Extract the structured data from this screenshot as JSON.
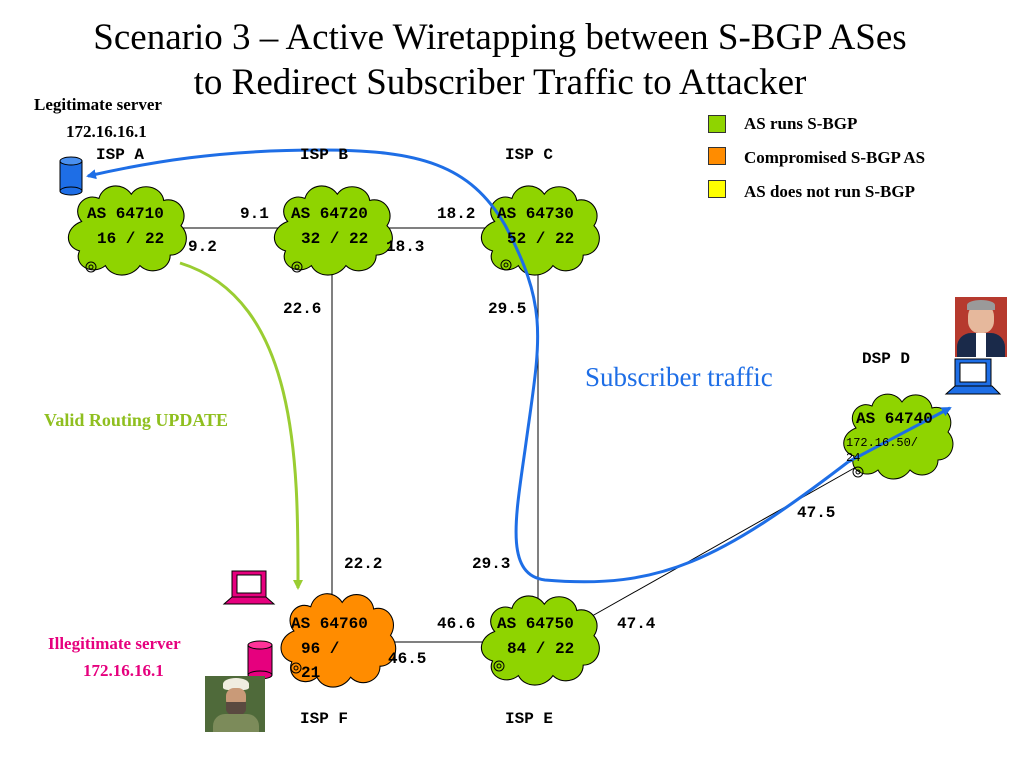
{
  "title": {
    "line1": "Scenario 3 – Active Wiretapping between S-BGP ASes",
    "line2": "to Redirect Subscriber Traffic to Attacker"
  },
  "legend": [
    {
      "label": "AS runs S-BGP",
      "color": "#8fd400"
    },
    {
      "label": "Compromised S-BGP AS",
      "color": "#ff8c00"
    },
    {
      "label": "AS does not run S-BGP",
      "color": "#ffff00"
    }
  ],
  "legit_server": {
    "label": "Legitimate server",
    "ip": "172.16.16.1"
  },
  "illegit_server": {
    "label": "Illegitimate server",
    "ip": "172.16.16.1"
  },
  "isps": {
    "a": {
      "name": "ISP A",
      "as": "AS 64710",
      "prefix": "16 / 22"
    },
    "b": {
      "name": "ISP B",
      "as": "AS 64720",
      "prefix": "32 / 22"
    },
    "c": {
      "name": "ISP C",
      "as": "AS 64730",
      "prefix": "52 / 22"
    },
    "d": {
      "name": "DSP D",
      "as": "AS 64740",
      "prefix_l1": "172.16.50/",
      "prefix_l2": "24"
    },
    "e": {
      "name": "ISP E",
      "as": "AS 64750",
      "prefix": "84 / 22"
    },
    "f": {
      "name": "ISP F",
      "as": "AS 64760",
      "prefix_l1": "96 /",
      "prefix_l2": "21"
    }
  },
  "links": {
    "ab_a": "9.2",
    "ab_b": "9.1",
    "bc_b": "18.3",
    "bc_c": "18.2",
    "bf_b": "22.6",
    "bf_f": "22.2",
    "ce_c": "29.5",
    "ce_e": "29.3",
    "fe_f": "46.5",
    "fe_e": "46.6",
    "ed_e": "47.4",
    "ed_d": "47.5"
  },
  "annotations": {
    "valid_update": "Valid Routing UPDATE",
    "subscriber_traffic": "Subscriber traffic"
  },
  "colors": {
    "green": "#8fd400",
    "orange": "#ff8c00",
    "update_arrow": "#9acd32",
    "traffic_arrow": "#1e6ee6",
    "magenta": "#e6007e",
    "blue_label": "#1e6ee6",
    "red_label": "#e6007e",
    "green_label": "#8fbf1f"
  }
}
